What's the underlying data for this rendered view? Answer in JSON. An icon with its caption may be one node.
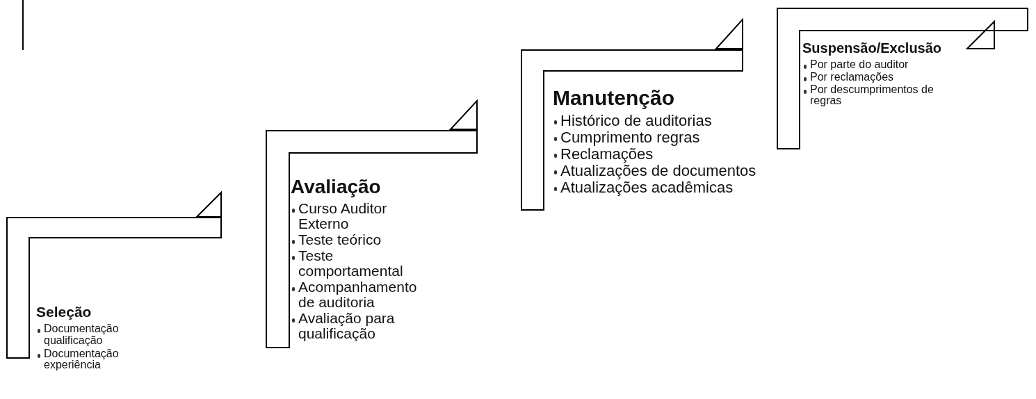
{
  "diagram": {
    "nodes": [
      {
        "text": [
          "Seleção",
          "Documentação qualificação",
          "Documentação experiência"
        ]
      },
      {
        "text": [
          "Avaliação",
          "Curso Auditor Externo",
          "Teste teórico",
          "Teste comportamental",
          "Acompanhamento de auditoria",
          "Avaliação para qualificação"
        ]
      },
      {
        "text": [
          "Manutenção",
          "Histórico de auditorias",
          "Cumprimento regras",
          "Reclamações",
          "Atualizações de documentos",
          "Atualizações acadêmicas"
        ]
      },
      {
        "text": [
          "Suspensão/Exclusão",
          "Por parte do auditor",
          "Por reclamações",
          "Por descumprimentos de regras"
        ]
      }
    ],
    "edges": []
  }
}
